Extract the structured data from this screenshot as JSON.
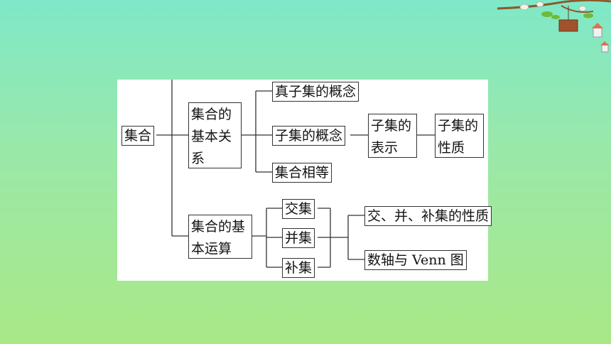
{
  "diagram": {
    "root": "集合",
    "relation": "集合的\n基本关\n系",
    "proper_subset": "真子集的概念",
    "subset_concept": "子集的概念",
    "subset_repr": "子集的\n表示",
    "subset_props": "子集的\n性质",
    "set_equal": "集合相等",
    "operations": "集合的基\n本运算",
    "intersection": "交集",
    "union": "并集",
    "complement": "补集",
    "op_props": "交、并、补集的性质",
    "axis_venn": "数轴与 Venn 图"
  },
  "colors": {
    "background_top": "#7fe8c8",
    "background_bottom": "#a9e887",
    "panel": "#ffffff",
    "line": "#333333"
  }
}
